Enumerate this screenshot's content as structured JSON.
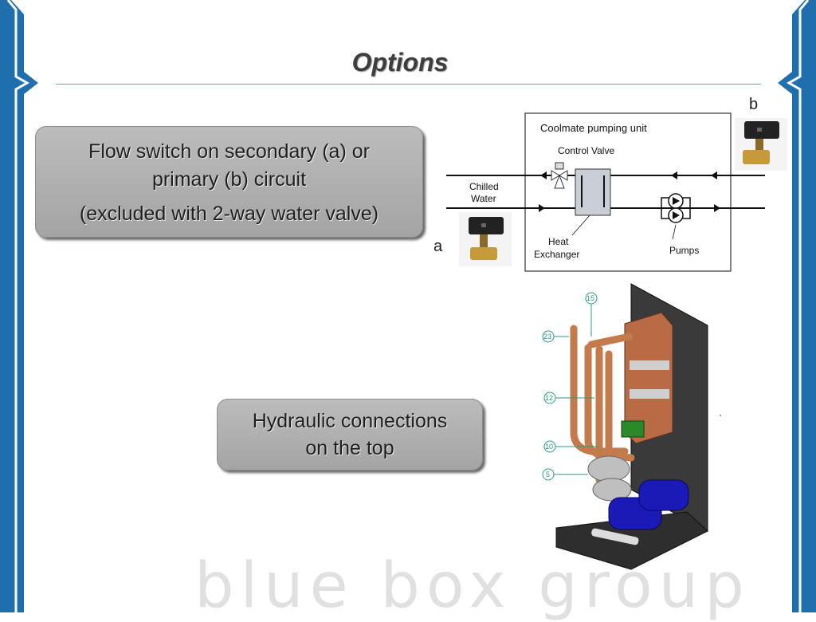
{
  "slide": {
    "title": "Options",
    "brand": "blue box group"
  },
  "callouts": {
    "flow_switch": {
      "line1": "Flow switch on secondary (a) or",
      "line2": "primary (b) circuit",
      "line3": "(excluded with 2-way water valve)"
    },
    "hydraulic": {
      "line1": "Hydraulic connections",
      "line2": "on the top"
    }
  },
  "tags": {
    "a": "a",
    "b": "b"
  },
  "diagram": {
    "unit_label": "Coolmate pumping unit",
    "control_valve": "Control Valve",
    "chilled_line1": "Chilled",
    "chilled_line2": "Water",
    "heat_line1": "Heat",
    "heat_line2": "Exchanger",
    "pumps": "Pumps"
  },
  "photo_callouts": [
    "15",
    "23",
    "12",
    "10",
    "5"
  ],
  "colors": {
    "brand_blue": "#1f6fae",
    "accent_line": "#6aa6cc",
    "copper": "#c47a4a",
    "pump_blue": "#1a1ab8"
  }
}
